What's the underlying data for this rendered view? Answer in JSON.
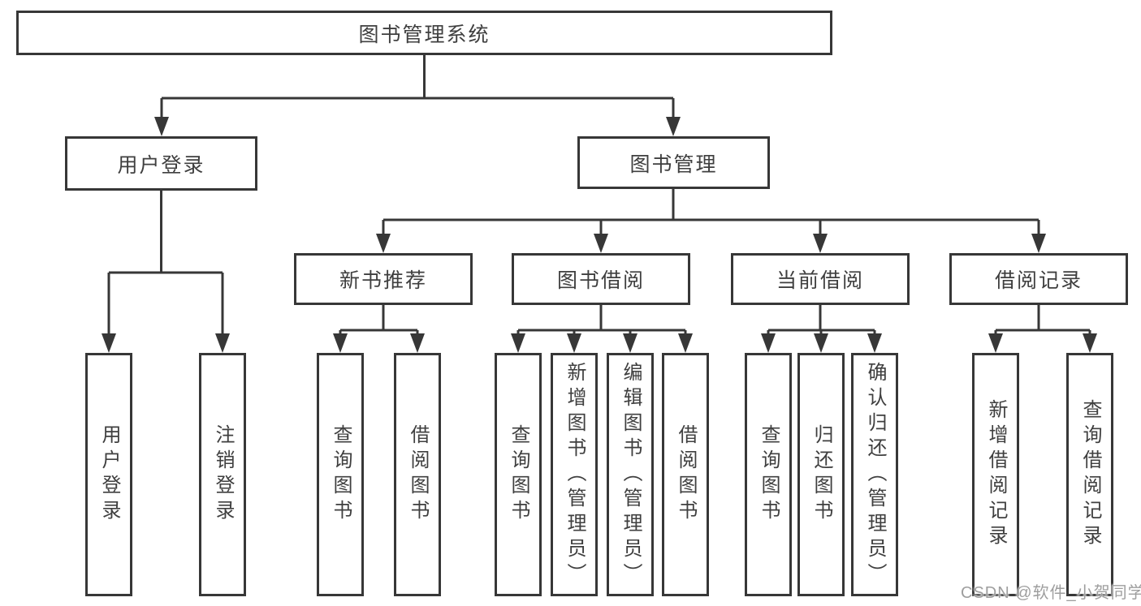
{
  "colors": {
    "line": "#373737",
    "text": "#3f3f3f",
    "box_background": "#ffffff",
    "watermark": "#9e9e9e"
  },
  "watermark": {
    "text": "CSDN @软件_小贺同学"
  },
  "tree": {
    "label": "图书管理系统",
    "children": [
      {
        "label": "用户登录",
        "children": [
          {
            "label": "用户登录"
          },
          {
            "label": "注销登录"
          }
        ]
      },
      {
        "label": "图书管理",
        "children": [
          {
            "label": "新书推荐",
            "children": [
              {
                "label": "查询图书"
              },
              {
                "label": "借阅图书"
              }
            ]
          },
          {
            "label": "图书借阅",
            "children": [
              {
                "label": "查询图书"
              },
              {
                "label": "新增图书（管理员）"
              },
              {
                "label": "编辑图书（管理员）"
              },
              {
                "label": "借阅图书"
              }
            ]
          },
          {
            "label": "当前借阅",
            "children": [
              {
                "label": "查询图书"
              },
              {
                "label": "归还图书"
              },
              {
                "label": "确认归还（管理员）"
              }
            ]
          },
          {
            "label": "借阅记录",
            "children": [
              {
                "label": "新增借阅记录"
              },
              {
                "label": "查询借阅记录"
              }
            ]
          }
        ]
      }
    ]
  }
}
